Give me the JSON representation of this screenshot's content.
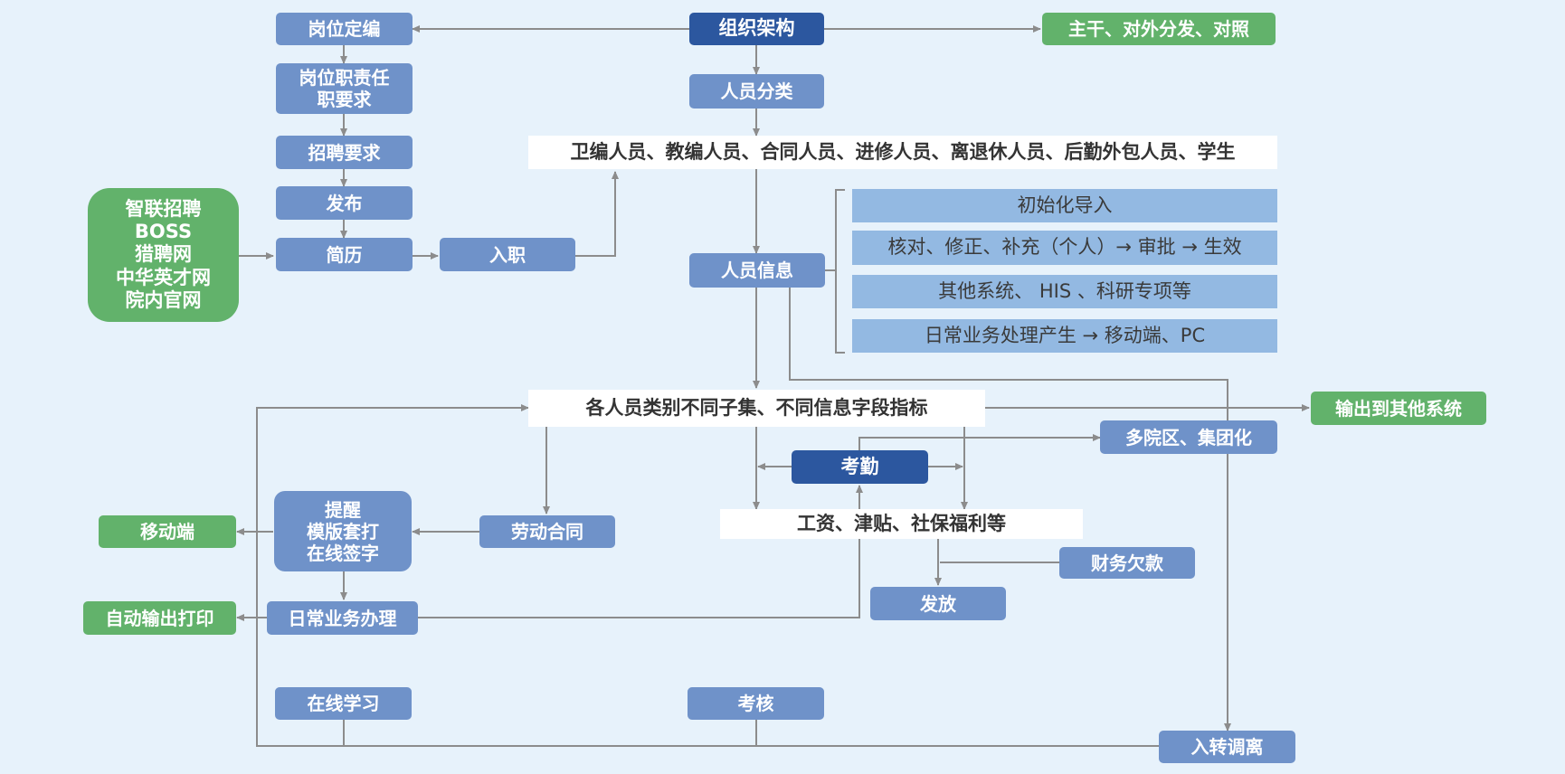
{
  "nodes": {
    "org": "组织架构",
    "branch_out": "主干、对外分发、对照",
    "post_quota": "岗位定编",
    "post_duty": "岗位职责任\n职要求",
    "recruit_req": "招聘要求",
    "publish": "发布",
    "resume": "简历",
    "onboard": "入职",
    "channels": "智联招聘\nBOSS\n猎聘网\n中华英才网\n院内官网",
    "staff_class": "人员分类",
    "staff_types": "卫编人员、教编人员、合同人员、进修人员、离退休人员、后勤外包人员、学生",
    "staff_info": "人员信息",
    "info_init": "初始化导入",
    "info_verify": "核对、修正、补充（个人）→ 审批 → 生效",
    "info_other": "其他系统、   HIS 、科研专项等",
    "info_daily": "日常业务处理产生 → 移动端、PC",
    "subsets": "各人员类别不同子集、不同信息字段指标",
    "output_other": "输出到其他系统",
    "multi_campus": "多院区、集团化",
    "attendance": "考勤",
    "salary": "工资、津贴、社保福利等",
    "labor": "劳动合同",
    "remind": "提醒\n模版套打\n在线签字",
    "mobile": "移动端",
    "daily_biz": "日常业务办理",
    "auto_print": "自动输出打印",
    "debt": "财务欠款",
    "payout": "发放",
    "learning": "在线学习",
    "assessment": "考核",
    "transfer": "入转调离"
  },
  "colors": {
    "node_blue": "#6f92c9",
    "node_dark": "#2c579f",
    "node_green": "#62b26b",
    "node_light": "#93b9e2",
    "connector": "#8c8c8c",
    "background": "#e7f2fb"
  }
}
